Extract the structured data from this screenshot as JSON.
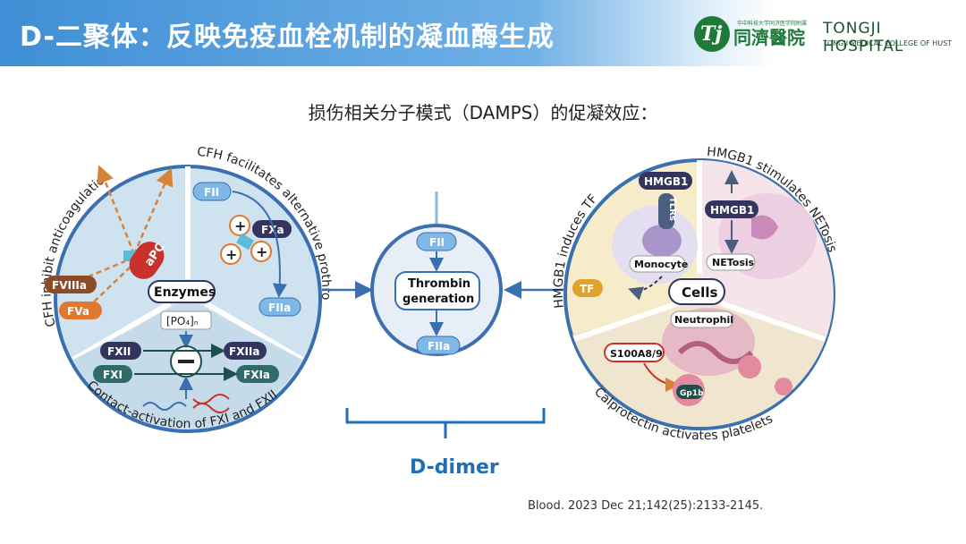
{
  "header": {
    "title": "D-二聚体：反映免疫血栓机制的凝血酶生成",
    "logo_small_text": "华中科技大学同济医学院附属",
    "logo_cn": "同濟醫院",
    "logo_en_1": "TONGJI HOSPITAL",
    "logo_en_2": "TONGJI MEDICAL COLLEGE OF HUST"
  },
  "subtitle": "损伤相关分子模式（DAMPS）的促凝效应：",
  "figure": {
    "left": {
      "arc_top_left": "CFH inhibit anticoagulation",
      "arc_top_right": "CFH facilitates alternative prothrombinase",
      "arc_bottom": "Contact-activation of FXI and FXII",
      "center": "Enzymes",
      "apc": "aPC",
      "fviiia": "FVIIIa",
      "fva": "FVa",
      "fii": "FII",
      "fxa": "FXa",
      "fiia": "FIIa",
      "po4": "[PO₄]ₙ",
      "fxii": "FXII",
      "fxi": "FXI",
      "fxiia": "FXIIa",
      "fxia": "FXIa"
    },
    "middle": {
      "fii": "FII",
      "center": "Thrombin generation",
      "center_line1": "Thrombin",
      "center_line2": "generation",
      "fiia": "FIIa"
    },
    "right": {
      "arc_top_left": "HMGB1 induces TF",
      "arc_top_right": "HMGB1 stimulates NETosis",
      "arc_bottom": "Calprotectin activates platelets",
      "center": "Cells",
      "hmgb1_a": "HMGB1",
      "tlrs": "TLRs",
      "hmgb1_b": "HMGB1",
      "monocyte": "Monocyte",
      "netosis": "NETosis",
      "tf": "TF",
      "neutrophil": "Neutrophil",
      "s100a89": "S100A8/9",
      "gp1b": "Gp1b"
    }
  },
  "d_dimer": "D-dimer",
  "citation": "Blood. 2023 Dec 21;142(25):2133-2145.",
  "colors": {
    "header_blue": "#3f8fd6",
    "accent_blue": "#1f6fb8",
    "circle_left": "#cfe2f0",
    "circle_right": "#f6ecc9",
    "navy_pill": "#34355f",
    "teal_pill": "#2f6b6a",
    "orange_pill": "#e0782d"
  }
}
